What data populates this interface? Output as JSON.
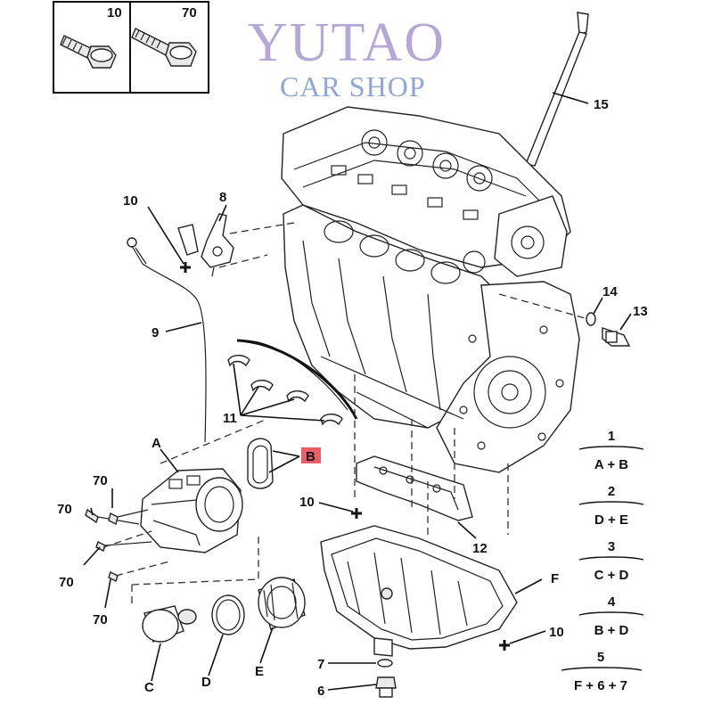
{
  "watermark": {
    "line1": "YUTAO",
    "line2": "CAR SHOP"
  },
  "inset_boxes": [
    {
      "label": "10"
    },
    {
      "label": "70"
    }
  ],
  "callouts": {
    "c15": "15",
    "c8": "8",
    "c10_top": "10",
    "c9": "9",
    "c14": "14",
    "c13": "13",
    "c11": "11",
    "cA": "A",
    "cB": "B",
    "c70_a": "70",
    "c70_b": "70",
    "c70_c": "70",
    "c70_d": "70",
    "c10_mid": "10",
    "c12": "12",
    "cF": "F",
    "c10_bot": "10",
    "c7": "7",
    "c6": "6",
    "cC": "C",
    "cD": "D",
    "cE": "E"
  },
  "legend": [
    {
      "num": "1",
      "parts": "A + B"
    },
    {
      "num": "2",
      "parts": "D + E"
    },
    {
      "num": "3",
      "parts": "C + D"
    },
    {
      "num": "4",
      "parts": "B + D"
    },
    {
      "num": "5",
      "parts": "F + 6 + 7"
    }
  ],
  "colors": {
    "highlight_B": "#e3434f",
    "ink": "#222222"
  }
}
